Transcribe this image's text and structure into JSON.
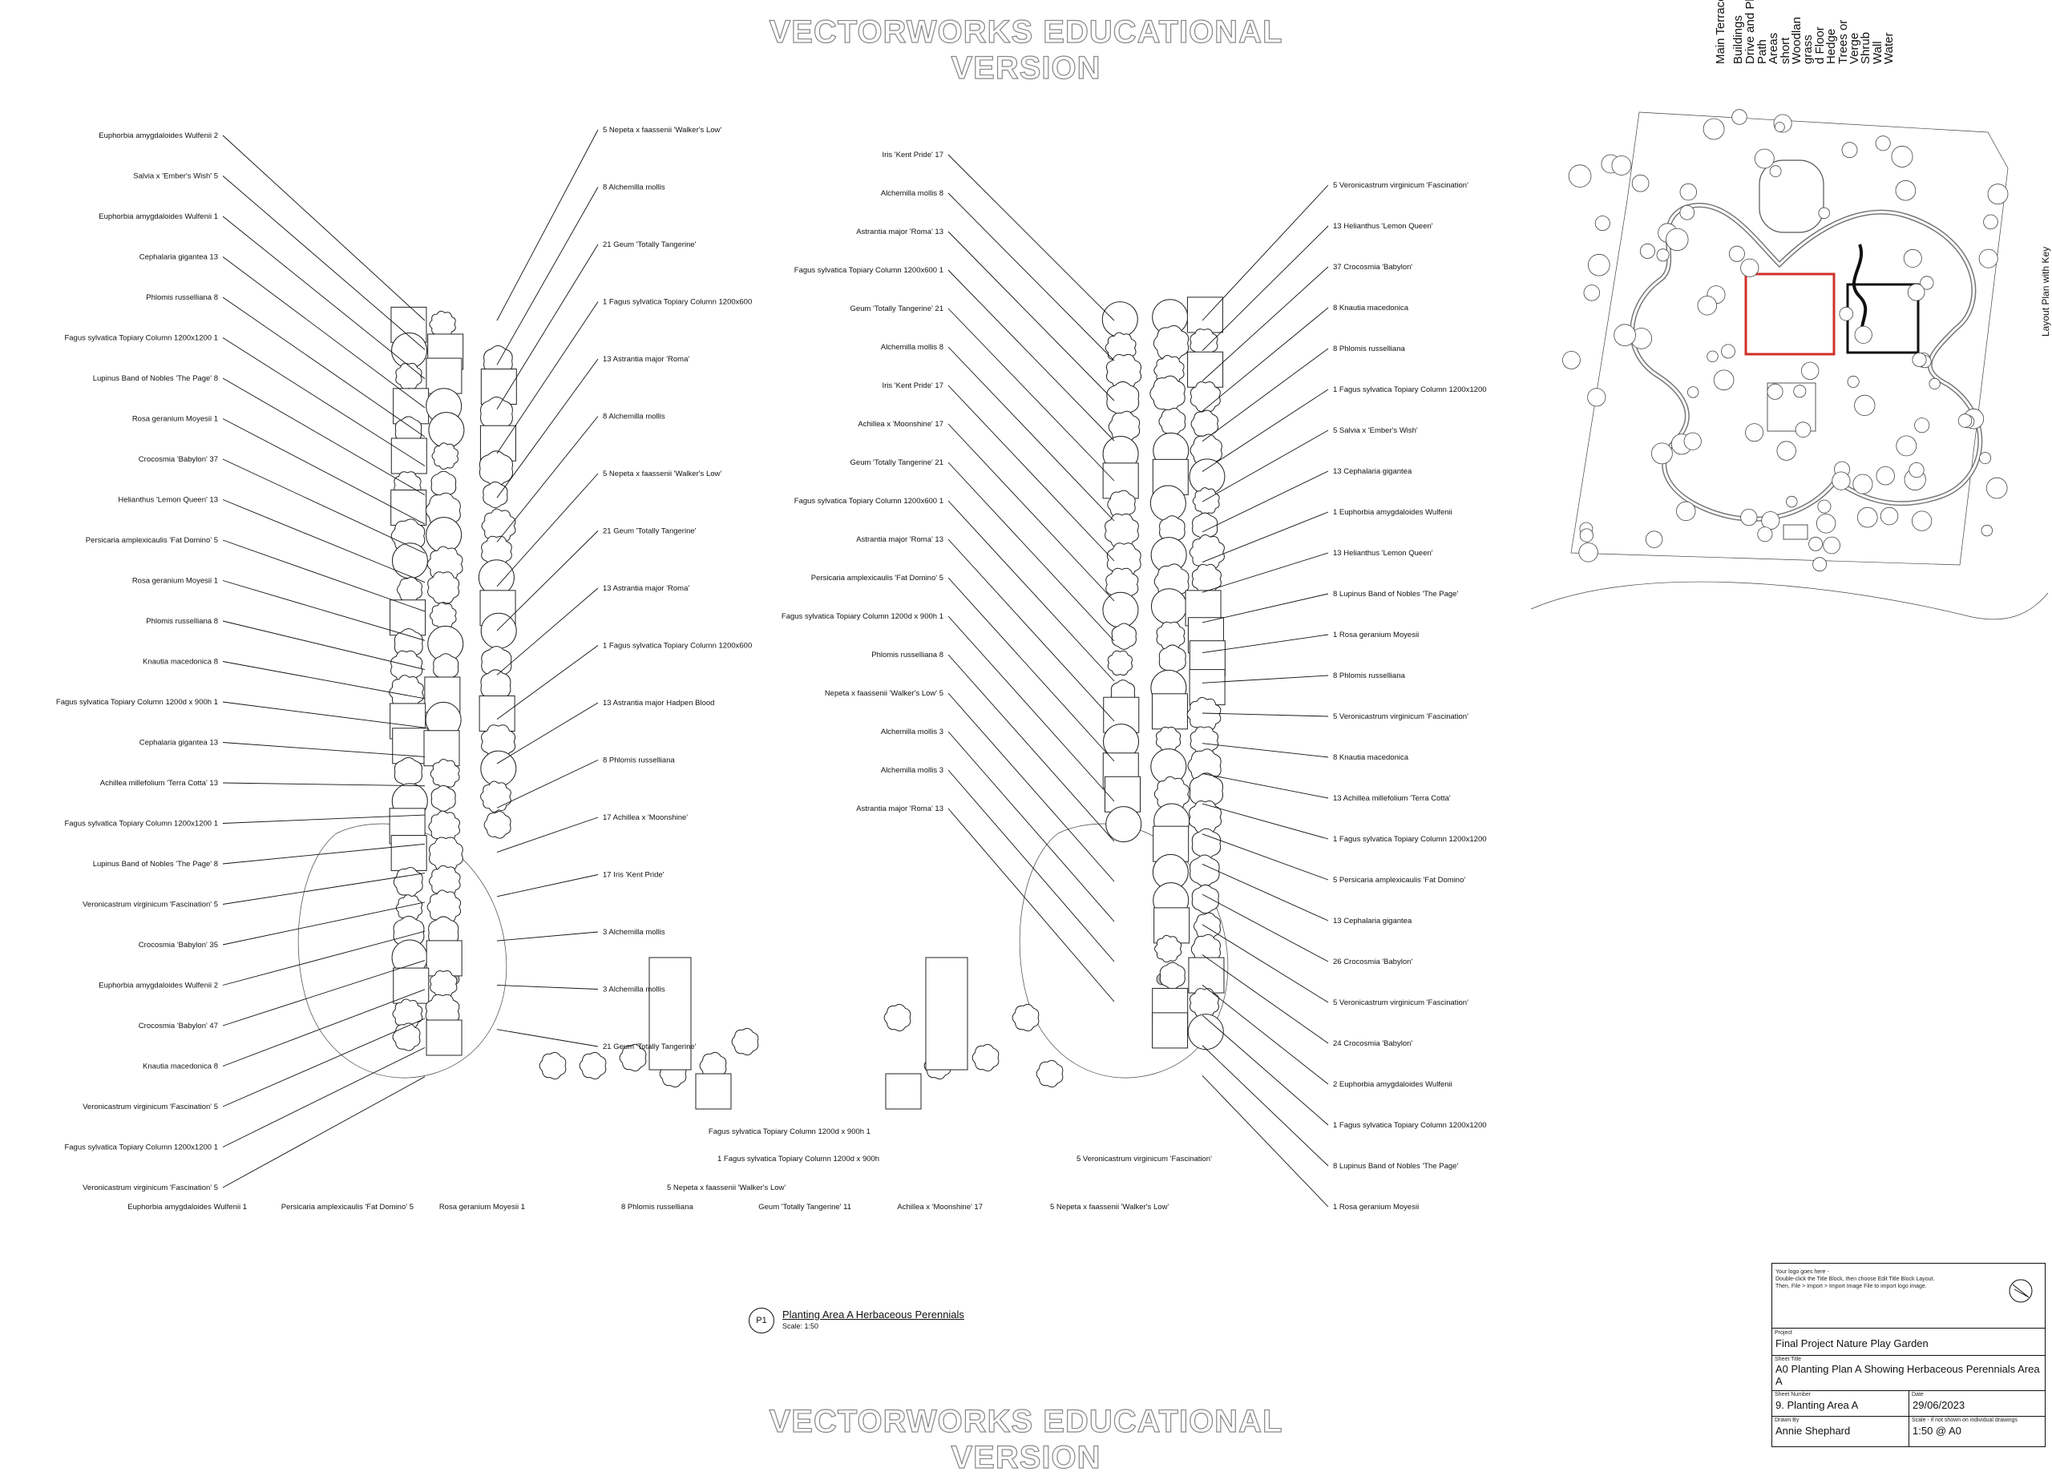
{
  "watermark": "VECTORWORKS EDUCATIONAL VERSION",
  "key_labels": [
    "Main Terraces,",
    "Buildings",
    "Drive and Planted",
    "Path",
    "Areas",
    "short",
    "Woodlan",
    "grass",
    "d Floor",
    "Hedge",
    "Trees or",
    "Verge",
    "Shrub",
    "Wall",
    "Water"
  ],
  "layout_plan_label": "Layout Plan with Key",
  "plan_title": {
    "code": "P1",
    "title": "Planting Area A Herbaceous Perennials",
    "scale": "Scale: 1:50"
  },
  "labels_left": [
    "Euphorbia amygdaloides Wulfenii  2",
    "Salvia x 'Ember's Wish'  5",
    "Euphorbia amygdaloides Wulfenii  1",
    "Cephalaria gigantea  13",
    "Phlomis russelliana  8",
    "Fagus sylvatica Topiary Column 1200x1200  1",
    "Lupinus Band of Nobles 'The Page'  8",
    "Rosa geranium Moyesii  1",
    "Crocosmia 'Babylon'  37",
    "Helianthus 'Lemon Queen'  13",
    "Persicaria amplexicaulis 'Fat Domino'  5",
    "Rosa geranium Moyesii  1",
    "Phlomis russelliana  8",
    "Knautia macedonica  8",
    "Fagus sylvatica Topiary Column 1200d x 900h  1",
    "Cephalaria gigantea  13",
    "Achillea millefolium 'Terra Cotta'  13",
    "Fagus sylvatica Topiary Column 1200x1200  1",
    "Lupinus Band of Nobles 'The Page'  8",
    "Veronicastrum virginicum 'Fascination'  5",
    "Crocosmia 'Babylon'  35",
    "Euphorbia amygdaloides Wulfenii  2",
    "Crocosmia 'Babylon'  47",
    "Knautia macedonica  8",
    "Veronicastrum virginicum 'Fascination'  5",
    "Fagus sylvatica Topiary Column 1200x1200  1",
    "Veronicastrum virginicum 'Fascination'  5"
  ],
  "labels_mid_left": [
    "5  Nepeta x faassenii 'Walker's Low'",
    "8  Alchemilla mollis",
    "21  Geum 'Totally Tangerine'",
    "1  Fagus sylvatica Topiary Column 1200x600",
    "13  Astrantia major 'Roma'",
    "8  Alchemilla mollis",
    "5  Nepeta x faassenii 'Walker's Low'",
    "21  Geum 'Totally Tangerine'",
    "13  Astrantia major 'Roma'",
    "1  Fagus sylvatica Topiary Column 1200x600",
    "13  Astrantia major Hadpen Blood",
    "8  Phlomis russelliana",
    "17  Achillea x 'Moonshine'",
    "17  Iris 'Kent Pride'",
    "3  Alchemilla mollis",
    "3  Alchemilla mollis",
    "21  Geum 'Totally Tangerine'"
  ],
  "labels_mid_right": [
    "Iris 'Kent Pride'  17",
    "Alchemilla mollis  8",
    "Astrantia major 'Roma'  13",
    "Fagus sylvatica Topiary Column 1200x600  1",
    "Geum 'Totally Tangerine'  21",
    "Alchemilla mollis  8",
    "Iris 'Kent Pride'  17",
    "Achillea x 'Moonshine'  17",
    "Geum 'Totally Tangerine'  21",
    "Fagus sylvatica Topiary Column 1200x600  1",
    "Astrantia major 'Roma'  13",
    "Persicaria amplexicaulis 'Fat Domino'  5",
    "Fagus sylvatica Topiary Column 1200d x 900h  1",
    "Phlomis russelliana  8",
    "Nepeta x faassenii 'Walker's Low'  5",
    "Alchemilla mollis  3",
    "Alchemilla mollis  3",
    "Astrantia major 'Roma'  13"
  ],
  "labels_right": [
    "5  Veronicastrum virginicum 'Fascination'",
    "13  Helianthus 'Lemon Queen'",
    "37  Crocosmia 'Babylon'",
    "8  Knautia macedonica",
    "8  Phlomis russelliana",
    "1  Fagus sylvatica Topiary Column 1200x1200",
    "5  Salvia x 'Ember's Wish'",
    "13  Cephalaria gigantea",
    "1  Euphorbia amygdaloides Wulfenii",
    "13  Helianthus 'Lemon Queen'",
    "8  Lupinus Band of Nobles 'The Page'",
    "1  Rosa geranium Moyesii",
    "8  Phlomis russelliana",
    "5  Veronicastrum virginicum 'Fascination'",
    "8  Knautia macedonica",
    "13  Achillea millefolium 'Terra Cotta'",
    "1  Fagus sylvatica Topiary Column 1200x1200",
    "5  Persicaria amplexicaulis 'Fat Domino'",
    "13  Cephalaria gigantea",
    "26  Crocosmia 'Babylon'",
    "5  Veronicastrum virginicum 'Fascination'",
    "24  Crocosmia 'Babylon'",
    "2  Euphorbia amygdaloides Wulfenii",
    "1  Fagus sylvatica Topiary Column 1200x1200",
    "8  Lupinus Band of Nobles 'The Page'",
    "1  Rosa geranium Moyesii"
  ],
  "labels_bottom": [
    "Euphorbia amygdaloides Wulfenii  1",
    "Persicaria amplexicaulis 'Fat Domino'  5",
    "Rosa geranium Moyesii  1",
    "8  Phlomis russelliana",
    "5  Nepeta x faassenii 'Walker's Low'",
    "1  Fagus sylvatica Topiary Column 1200d x 900h",
    "Fagus sylvatica Topiary Column 1200d x 900h  1",
    "Geum 'Totally Tangerine'  11",
    "Achillea x 'Moonshine'  17",
    "5  Nepeta x faassenii 'Walker's Low'",
    "5  Veronicastrum virginicum 'Fascination'"
  ],
  "title_block": {
    "logo_text": "Your logo goes here -\nDouble-click the Title Block, then choose Edit Title Block Layout.\nThen, File > Import > Import Image File to import logo image.",
    "project_label": "Project",
    "project": "Final Project Nature Play Garden",
    "sheet_title_label": "Sheet Title",
    "sheet_title": "A0 Planting Plan A Showing Herbaceous Perennials Area A",
    "sheet_number_label": "Sheet Number",
    "sheet_number": "9. Planting Area A",
    "date_label": "Date",
    "date": "29/06/2023",
    "drawn_by_label": "Drawn By",
    "drawn_by": "Annie Shephard",
    "scale_label": "Scale - if not shown on individual drawings",
    "scale": "1:50 @ A0"
  },
  "colors": {
    "highlight": "#d0302a",
    "line": "#111111"
  }
}
